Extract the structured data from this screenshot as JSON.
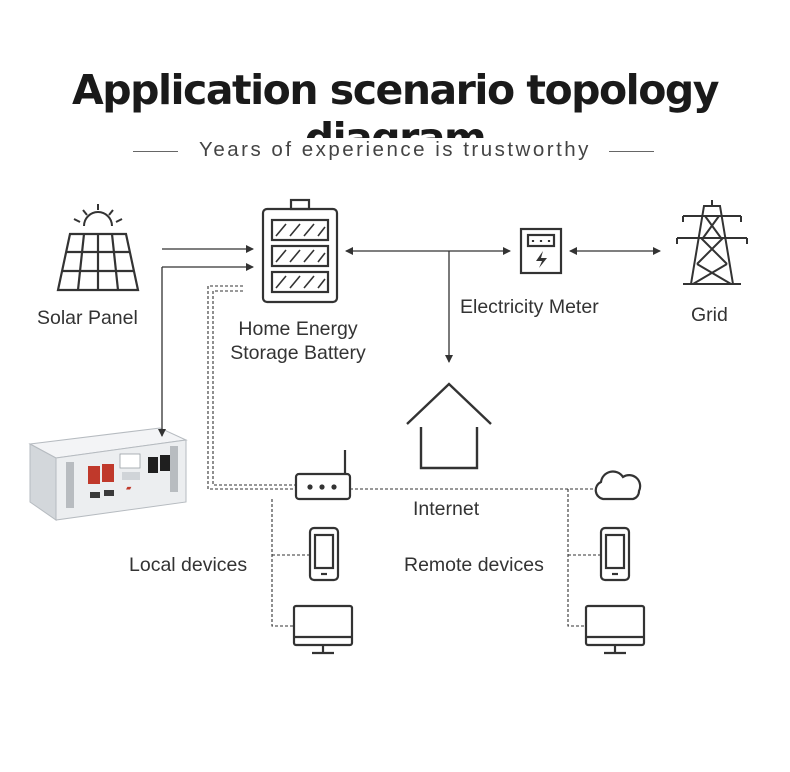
{
  "title": "Application scenario topology diagram",
  "subtitle": "Years of experience is trustworthy",
  "nodes": {
    "solar_panel": "Solar Panel",
    "battery_line1": "Home Energy",
    "battery_line2": "Storage Battery",
    "electricity_meter": "Electricity Meter",
    "grid": "Grid",
    "internet": "Internet",
    "local_devices": "Local devices",
    "remote_devices": "Remote devices"
  },
  "icons": [
    "sun-icon",
    "solar-panel-icon",
    "battery-icon",
    "electricity-meter-icon",
    "power-tower-icon",
    "house-icon",
    "router-icon",
    "cloud-icon",
    "phone-icon",
    "monitor-icon",
    "battery-module-image"
  ],
  "colors": {
    "line": "#333333",
    "accent_red": "#c0392b",
    "module_body": "#eceef0"
  }
}
